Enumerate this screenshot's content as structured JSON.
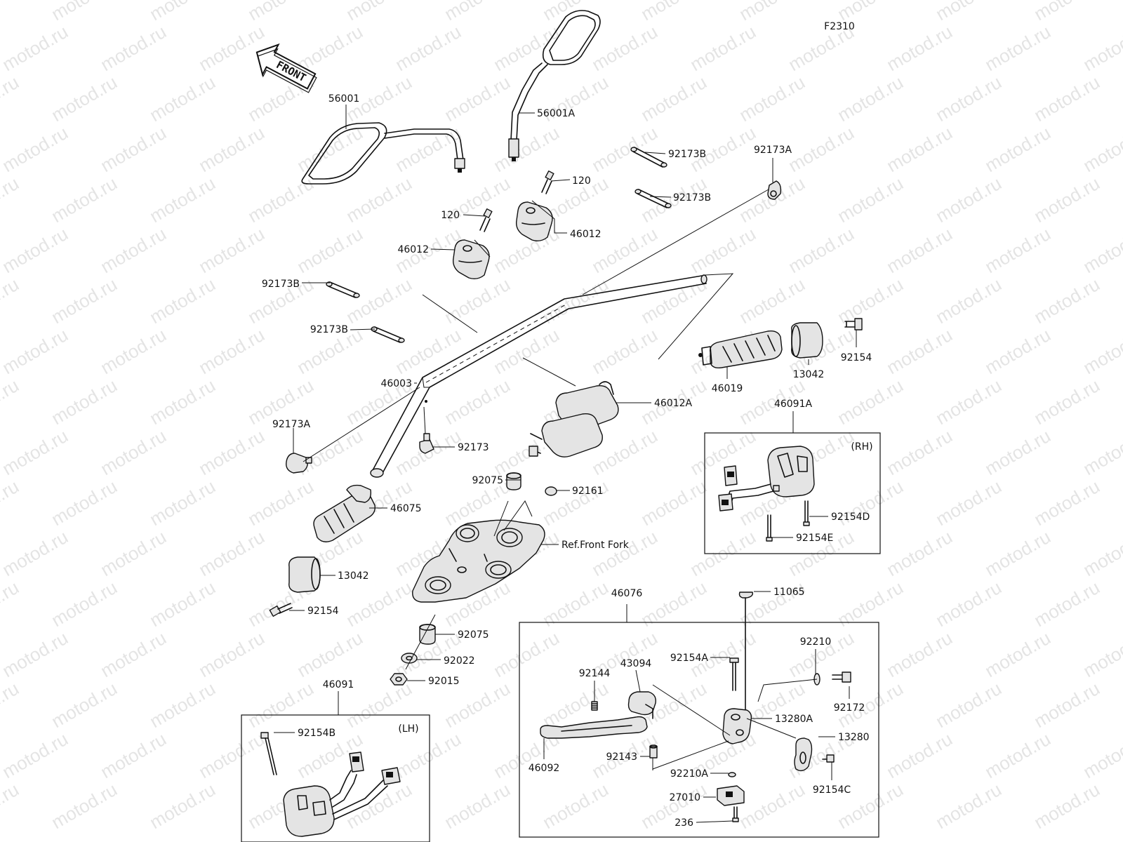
{
  "figure_code": "F2310",
  "front_label": "FRONT",
  "watermark": "motod.ru",
  "colors": {
    "ink": "#111111",
    "watermark": "#cfcfcf",
    "part_fill": "#e4e4e4",
    "background": "#ffffff"
  },
  "groups": {
    "rh_tag": "(RH)",
    "lh_tag": "(LH)"
  },
  "parts": [
    {
      "id": "56001",
      "label": "56001"
    },
    {
      "id": "56001A",
      "label": "56001A"
    },
    {
      "id": "92173B-a",
      "label": "92173B"
    },
    {
      "id": "92173A-a",
      "label": "92173A"
    },
    {
      "id": "120-a",
      "label": "120"
    },
    {
      "id": "92173B-b",
      "label": "92173B"
    },
    {
      "id": "120-b",
      "label": "120"
    },
    {
      "id": "46012-a",
      "label": "46012"
    },
    {
      "id": "46012-b",
      "label": "46012"
    },
    {
      "id": "92173B-c",
      "label": "92173B"
    },
    {
      "id": "92173B-d",
      "label": "92173B"
    },
    {
      "id": "92154-a",
      "label": "92154"
    },
    {
      "id": "13042-a",
      "label": "13042"
    },
    {
      "id": "46019",
      "label": "46019"
    },
    {
      "id": "46003",
      "label": "46003"
    },
    {
      "id": "46012A",
      "label": "46012A"
    },
    {
      "id": "46091A",
      "label": "46091A"
    },
    {
      "id": "92173A-b",
      "label": "92173A"
    },
    {
      "id": "92173",
      "label": "92173"
    },
    {
      "id": "92075-a",
      "label": "92075"
    },
    {
      "id": "92161",
      "label": "92161"
    },
    {
      "id": "46075",
      "label": "46075"
    },
    {
      "id": "92154D",
      "label": "92154D"
    },
    {
      "id": "Ref",
      "label": "Ref.Front Fork"
    },
    {
      "id": "92154E",
      "label": "92154E"
    },
    {
      "id": "13042-b",
      "label": "13042"
    },
    {
      "id": "92154-b",
      "label": "92154"
    },
    {
      "id": "11065",
      "label": "11065"
    },
    {
      "id": "46076",
      "label": "46076"
    },
    {
      "id": "92075-b",
      "label": "92075"
    },
    {
      "id": "92022",
      "label": "92022"
    },
    {
      "id": "92210",
      "label": "92210"
    },
    {
      "id": "92154A",
      "label": "92154A"
    },
    {
      "id": "92015",
      "label": "92015"
    },
    {
      "id": "43094",
      "label": "43094"
    },
    {
      "id": "92144",
      "label": "92144"
    },
    {
      "id": "46091",
      "label": "46091"
    },
    {
      "id": "92172",
      "label": "92172"
    },
    {
      "id": "13280A",
      "label": "13280A"
    },
    {
      "id": "92154B",
      "label": "92154B"
    },
    {
      "id": "13280",
      "label": "13280"
    },
    {
      "id": "92143",
      "label": "92143"
    },
    {
      "id": "46092",
      "label": "46092"
    },
    {
      "id": "92210A",
      "label": "92210A"
    },
    {
      "id": "92154C",
      "label": "92154C"
    },
    {
      "id": "27010",
      "label": "27010"
    },
    {
      "id": "236",
      "label": "236"
    }
  ]
}
